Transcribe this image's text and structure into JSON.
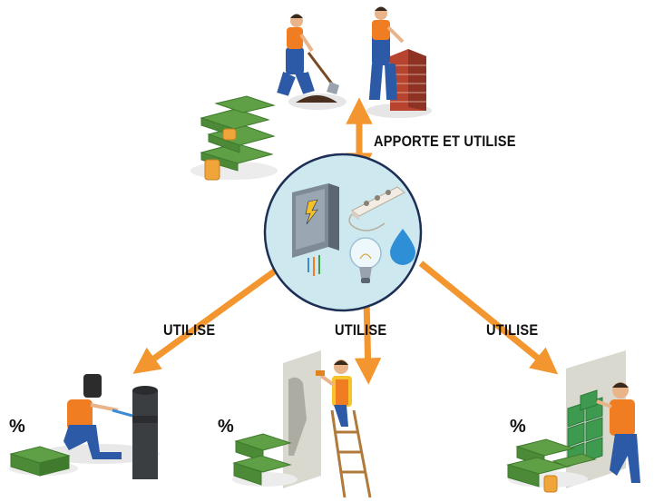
{
  "labels": {
    "top_arrow": "APPORTE ET UTILISE",
    "left_arrow": "UTILISE",
    "middle_arrow": "UTILISE",
    "right_arrow": "UTILISE"
  },
  "percent_marks": {
    "left": "%",
    "middle": "%",
    "right": "%"
  },
  "colors": {
    "arrow": "#f3962f",
    "hub_fill": "#cde9ef",
    "hub_stroke": "#1d2f55",
    "worker_shirt": "#f07d22",
    "worker_overalls": "#2c5aa6",
    "cash": "#5fa046",
    "brick": "#b8442f",
    "tile": "#3d9a4f"
  },
  "icons": [
    "electric-panel-icon",
    "power-strip-icon",
    "light-bulb-icon",
    "water-drop-icon"
  ]
}
